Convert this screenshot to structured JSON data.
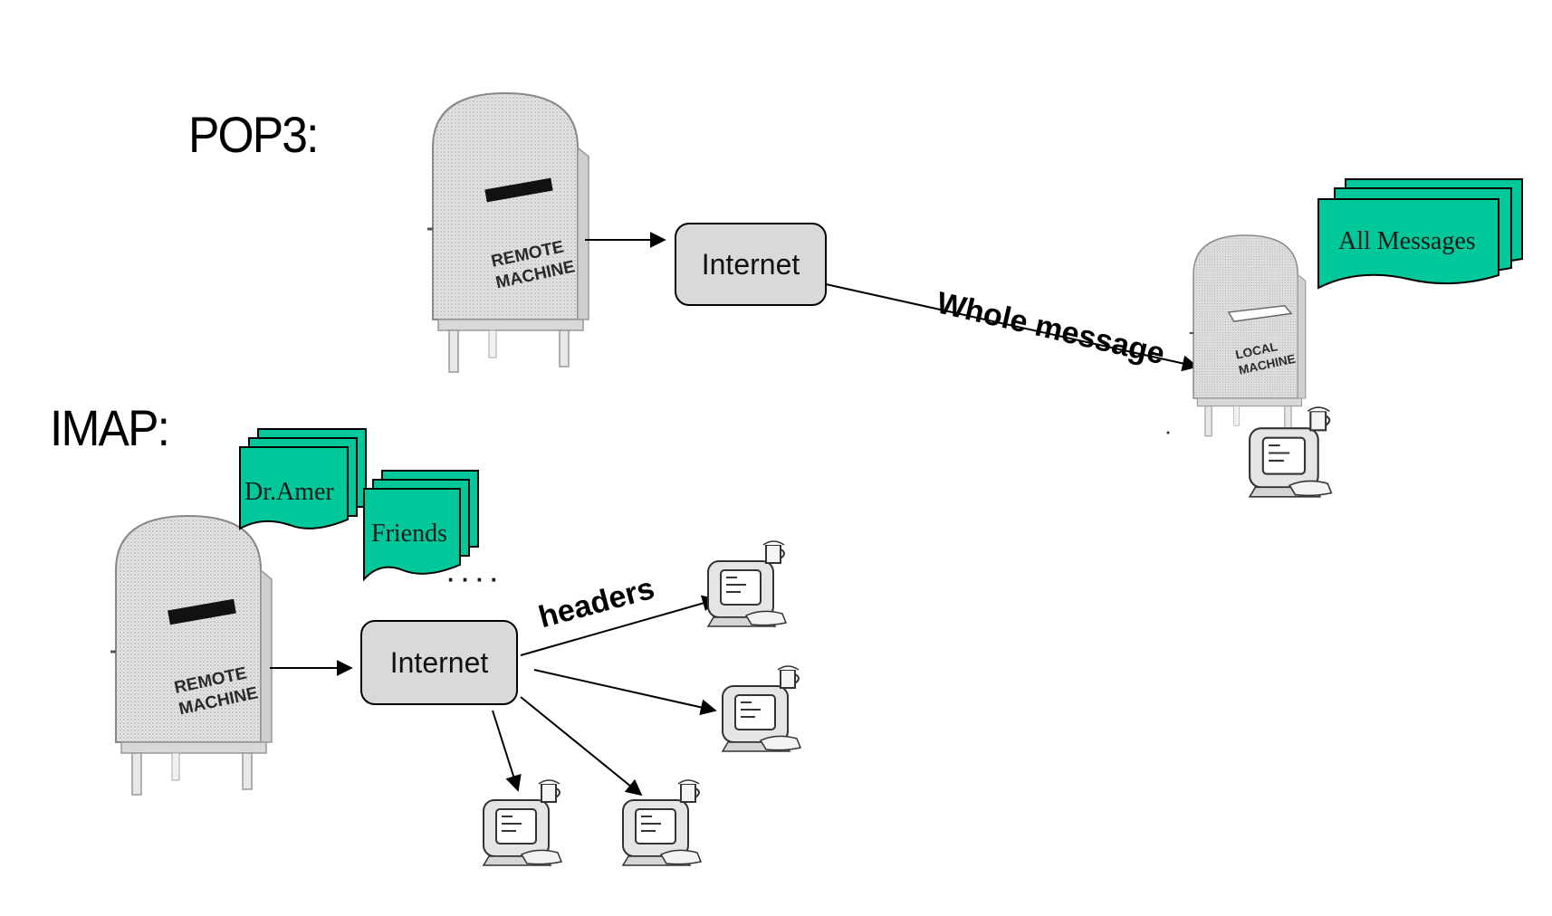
{
  "headings": {
    "pop3": "POP3:",
    "imap": "IMAP:"
  },
  "pop3": {
    "remote_label": [
      "REMOTE",
      "MACHINE"
    ],
    "internet": "Internet",
    "edge_label": "Whole message",
    "local_label": [
      "LOCAL",
      "MACHINE"
    ],
    "doc_label": "All Messages"
  },
  "imap": {
    "remote_label": [
      "REMOTE",
      "MACHINE"
    ],
    "internet": "Internet",
    "folders": [
      "Dr.Amer",
      "Friends"
    ],
    "ellipsis": "· · · ·",
    "edge_label": "headers"
  },
  "colors": {
    "folder": "#00c89a",
    "internet_box": "#d9d9d9",
    "ink": "#000000"
  }
}
